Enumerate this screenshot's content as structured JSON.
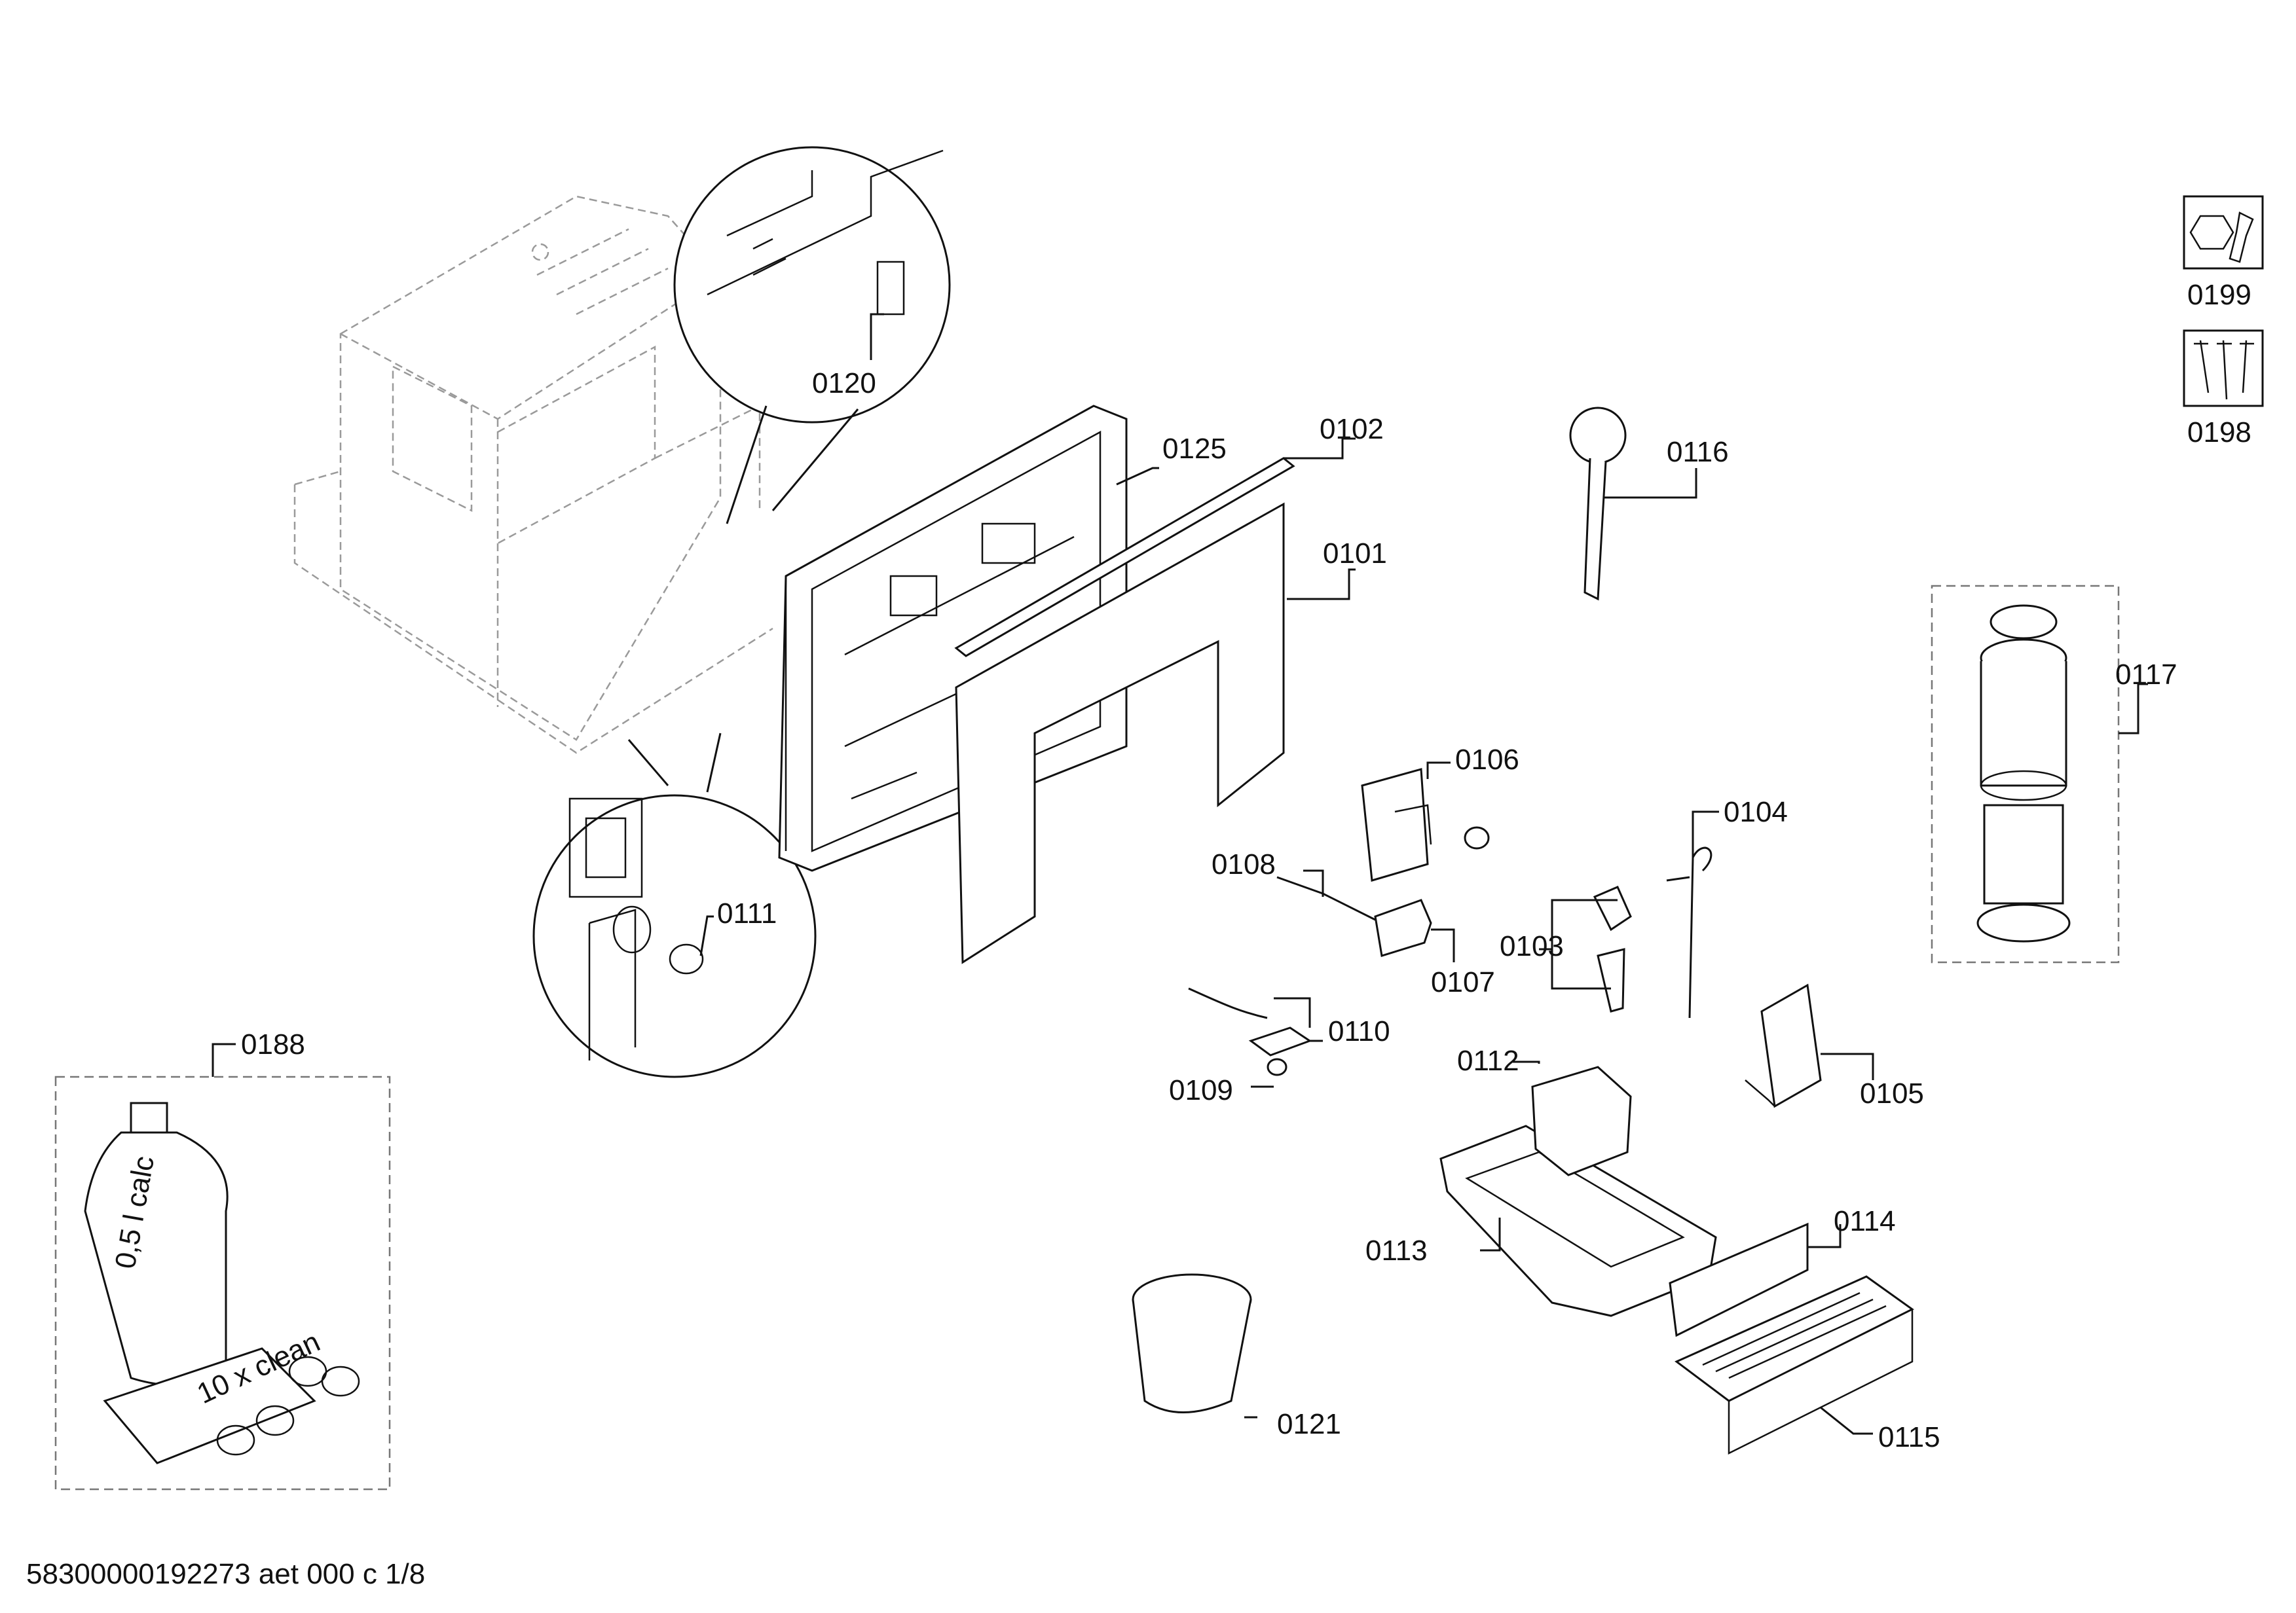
{
  "labels": {
    "p0101": "0101",
    "p0102": "0102",
    "p0103": "0103",
    "p0104": "0104",
    "p0105": "0105",
    "p0106": "0106",
    "p0107": "0107",
    "p0108": "0108",
    "p0109": "0109",
    "p0110": "0110",
    "p0111": "0111",
    "p0112": "0112",
    "p0113": "0113",
    "p0114": "0114",
    "p0115": "0115",
    "p0116": "0116",
    "p0117": "0117",
    "p0120": "0120",
    "p0121": "0121",
    "p0125": "0125",
    "p0188": "0188",
    "p0198": "0198",
    "p0199": "0199"
  },
  "product_text": {
    "bottle": "0,5 l calc",
    "box": "10 x clean"
  },
  "footer": "58300000192273 aet 000 c 1/8",
  "icons": {
    "service_tool": "wrench-nut-icon",
    "screws": "screws-icon"
  }
}
